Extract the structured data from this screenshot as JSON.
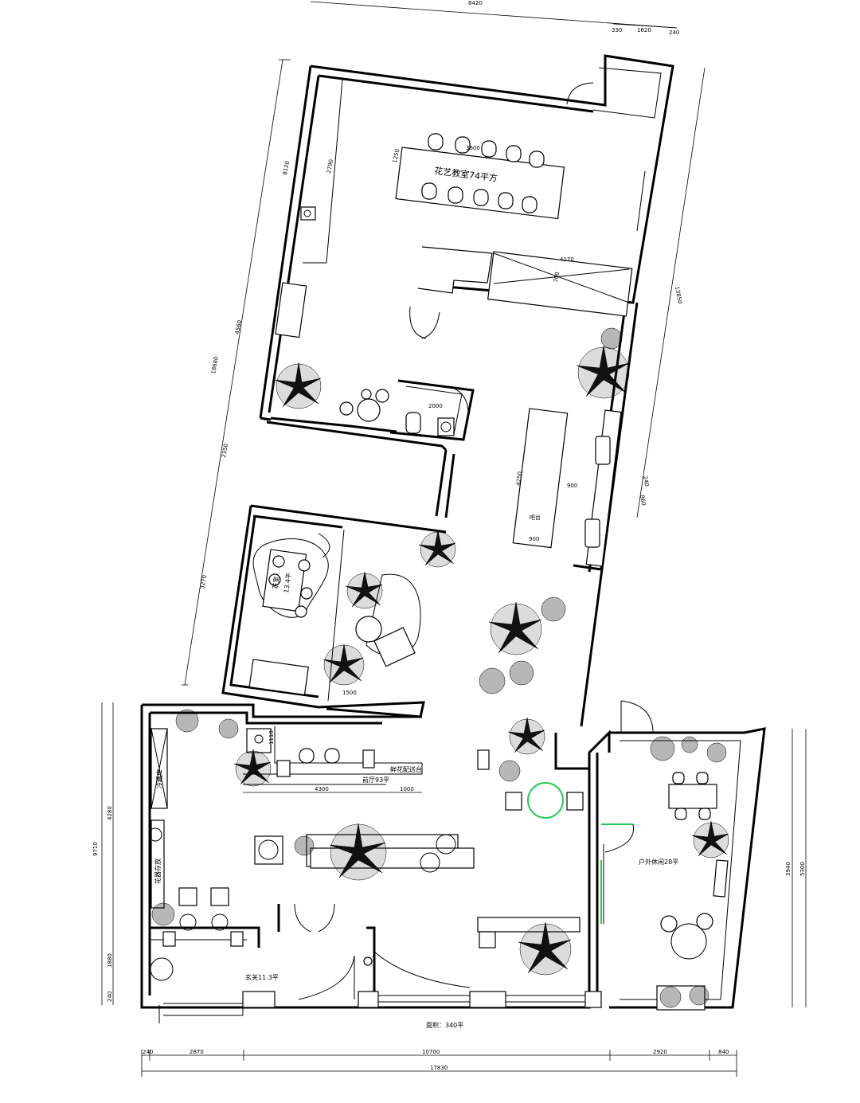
{
  "rooms": {
    "classroom": "花艺教室74平方",
    "tea_room_line1": "茶室",
    "tea_room_line2": "13.4平",
    "hall": "前厅93平",
    "flower_counter": "鲜花配送台",
    "outdoor": "户外休闲28平",
    "entrance": "玄关11.3平",
    "storage": "花器存放",
    "cold_storage": "冷藏库",
    "bar": "吧台",
    "total_area": "面积：340平"
  },
  "dimensions": {
    "top_total": "8420",
    "top_a": "330",
    "top_b": "1620",
    "top_c": "240",
    "left_total": "18680",
    "left_a": "8120",
    "left_b": "4560",
    "left_c": "2350",
    "left_d": "3270",
    "right_main": "13850",
    "right_a": "240",
    "right_b": "860",
    "table_w": "3600",
    "table_h": "1250",
    "inner_2790": "2790",
    "window_4170": "4170",
    "window_h": "700",
    "bath": "2000",
    "island": "4250",
    "bar_900a": "900",
    "bar_900b": "900",
    "lobby_4300": "4300",
    "lobby_1000": "1000",
    "lobby_v": "1110",
    "bottom_total": "17830",
    "bottom_a": "240",
    "bottom_b": "2870",
    "bottom_c": "10700",
    "bottom_d": "2920",
    "bottom_e": "840",
    "bl_total": "9710",
    "bl_a": "4280",
    "bl_b": "1880",
    "bl_c": "240",
    "br_total": "5300",
    "br_a": "3940",
    "tea_240": "1500"
  },
  "colors": {
    "accent_green": "#22cc55",
    "line": "#000000"
  }
}
